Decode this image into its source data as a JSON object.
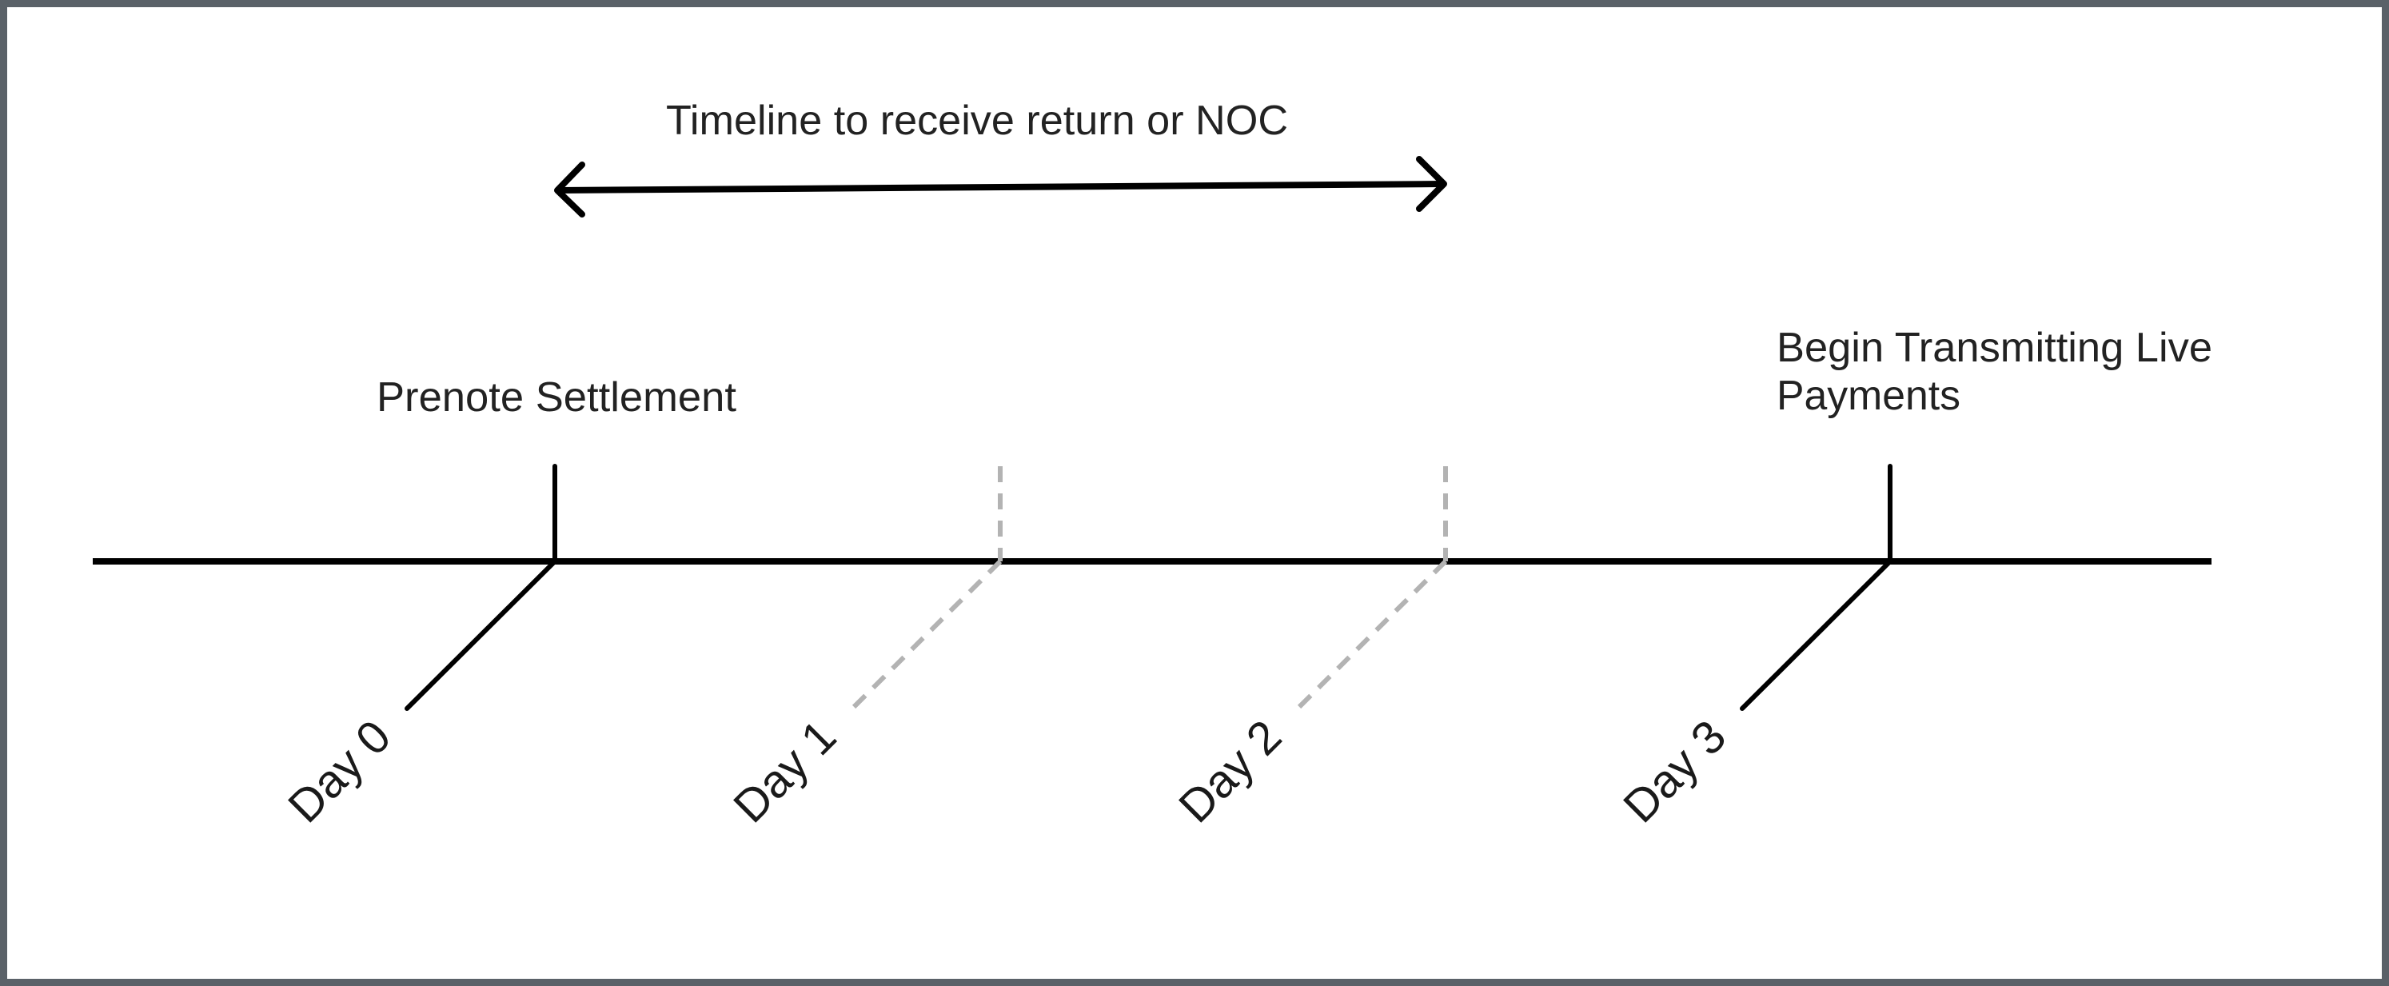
{
  "diagram": {
    "title": "Timeline to receive return or NOC",
    "colors": {
      "frame_border": "#5a6168",
      "background": "#ffffff",
      "solid_line": "#000000",
      "dashed_line": "#b3b3b3",
      "text": "#222222"
    },
    "events": [
      {
        "label": "Prenote Settlement",
        "day": "Day 0"
      },
      {
        "label_line1": "Begin Transmitting Live",
        "label_line2": "Payments",
        "day": "Day 3"
      }
    ],
    "days": [
      {
        "label": "Day 0",
        "style": "solid"
      },
      {
        "label": "Day 1",
        "style": "dashed"
      },
      {
        "label": "Day 2",
        "style": "dashed"
      },
      {
        "label": "Day 3",
        "style": "solid"
      }
    ],
    "range_arrow": {
      "from": "Day 0",
      "to": "Day 2",
      "direction": "double-headed"
    }
  }
}
